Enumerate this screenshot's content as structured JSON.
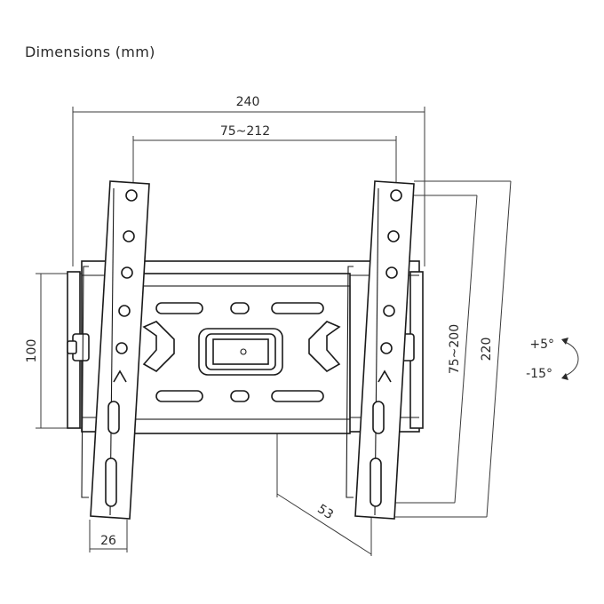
{
  "title": "Dimensions (mm)",
  "dimensions": {
    "overall_width": "240",
    "horizontal_vesa": "75~212",
    "frame_height": "100",
    "overall_height": "220",
    "vertical_vesa": "75~200",
    "bracket_width": "26",
    "wall_depth": "53"
  },
  "tilt": {
    "up": "+5°",
    "down": "-15°"
  }
}
